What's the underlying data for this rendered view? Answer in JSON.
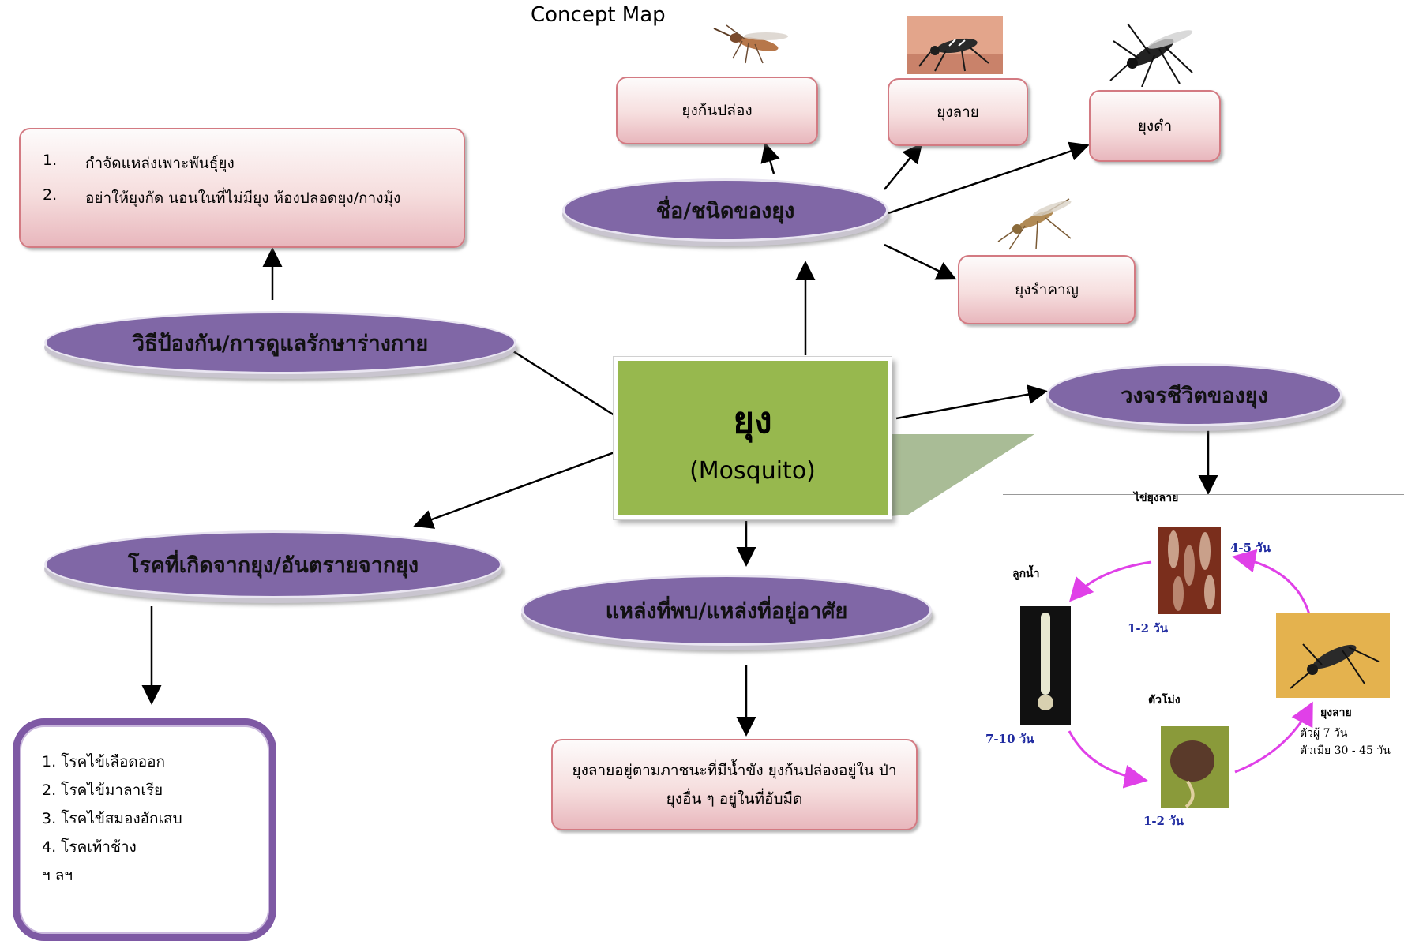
{
  "title": "Concept Map",
  "center": {
    "thai": "ยุง",
    "english": "(Mosquito)"
  },
  "nodes": {
    "types": "ชื่อ/ชนิดของยุง",
    "prevention": "วิธีป้องกัน/การดูแลรักษาร่างกาย",
    "lifecycle": "วงจรชีวิตของยุง",
    "diseases": "โรคที่เกิดจากยุง/อันตรายจากยุง",
    "habitat": "แหล่งที่พบ/แหล่งที่อยู่อาศัย"
  },
  "types": [
    {
      "label": "ยุงก้นปล่อง"
    },
    {
      "label": "ยุงลาย"
    },
    {
      "label": "ยุงดำ"
    },
    {
      "label": "ยุงรำคาญ"
    }
  ],
  "prevention_items": [
    {
      "num": "1.",
      "text": "กำจัดแหล่งเพาะพันธุ์ยุง"
    },
    {
      "num": "2.",
      "text": "อย่าให้ยุงกัด นอนในที่ไม่มียุง ห้องปลอดยุง/กางมุ้ง"
    }
  ],
  "disease_items": [
    "1. โรคไข้เลือดออก",
    "2. โรคไข้มาลาเรีย",
    "3. โรคไข้สมองอักเสบ",
    "4. โรคเท้าช้าง",
    "ฯ ลฯ"
  ],
  "habitat_text": "ยุงลายอยู่ตามภาชนะที่มีน้ำขัง ยุงก้นปล่องอยู่ใน ป่า ยุงอื่น  ๆ  อยู่ในที่อับมืด",
  "lifecycle": {
    "egg_label": "ไข่ยุงลาย",
    "egg_days": "1-2 วัน",
    "larva_label": "ลูกน้ำ",
    "larva_days": "7-10 วัน",
    "pupa_label": "ตัวโม่ง",
    "pupa_days": "1-2 วัน",
    "adult_label": "ยุงลาย",
    "adult_male": "ตัวผู้      7 วัน",
    "adult_female": "ตัวเมีย 30 - 45 วัน",
    "adult_to_egg_days": "4-5 วัน"
  },
  "colors": {
    "ellipse": "#8067a6",
    "center": "#97b84e",
    "box_border": "#d37a82",
    "disease_border": "#7e59a4",
    "cycle_arrow": "#e040e8"
  }
}
